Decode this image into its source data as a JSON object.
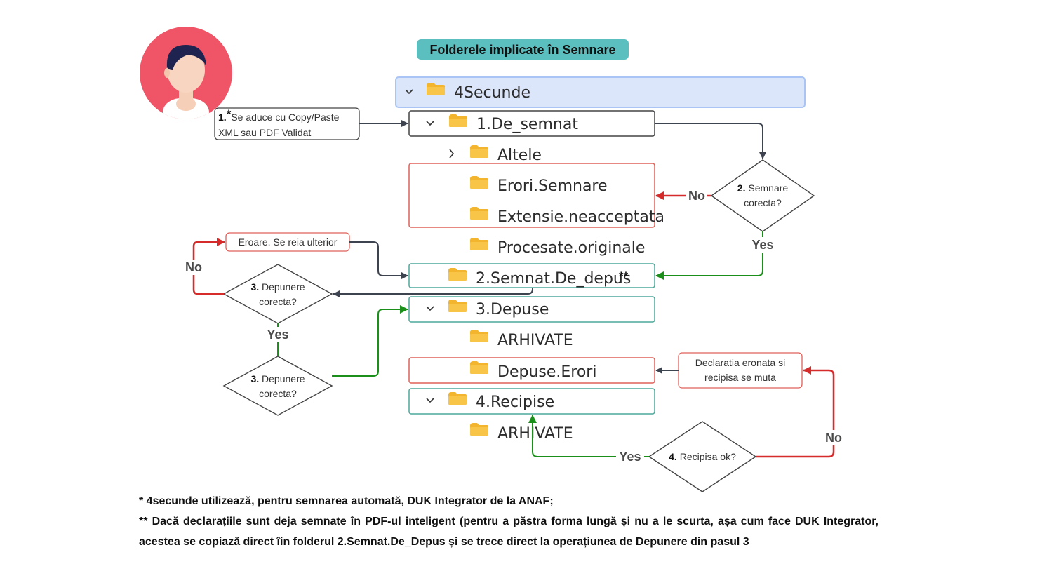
{
  "title": "Folderele implicate în Semnare",
  "folders": {
    "root": "4Secunde",
    "de_semnat": "1.De_semnat",
    "altele": "Altele",
    "erori_semnare": "Erori.Semnare",
    "extensie": "Extensie.neacceptata",
    "procesate": "Procesate.originale",
    "semnat_de_depus": "2.Semnat.De_depus",
    "semnat_mark": "**",
    "depuse": "3.Depuse",
    "arhivate_depuse": "ARHIVATE",
    "depuse_erori": "Depuse.Erori",
    "recipise": "4.Recipise",
    "arhivate_recipise": "ARHIVATE"
  },
  "notes": {
    "copy_num": "1.",
    "copy_star": "*",
    "copy_line1": "Se aduce cu Copy/Paste",
    "copy_line2": "XML sau PDF Validat",
    "eroare": "Eroare. Se reia ulterior",
    "declaratia_line1": "Declaratia eronata si",
    "declaratia_line2": "recipisa se muta"
  },
  "decisions": {
    "semnare_num": "2.",
    "semnare_line1": "Semnare",
    "semnare_line2": "corecta?",
    "depunere_num": "3.",
    "depunere_line1": "Depunere",
    "depunere_line2": "corecta?",
    "recipisa_num": "4.",
    "recipisa_text": "Recipisa ok?"
  },
  "labels": {
    "yes": "Yes",
    "no": "No"
  },
  "footnotes": {
    "f1": "* 4secunde utilizează, pentru semnarea automată, DUK Integrator de la ANAF;",
    "f2": "** Dacă declarațiile sunt deja semnate în PDF-ul inteligent (pentru a păstra forma lungă și nu a le scurta, așa cum face DUK Integrator, acestea se copiază direct îin folderul 2.Semnat.De_Depus și se trece direct la operațiunea de Depunere din pasul 3"
  },
  "colors": {
    "title_bg": "#5bbfbf",
    "root_bg": "#dbe6fb",
    "root_border": "#a9c4f5",
    "folder_icon": "#f3b52e",
    "red": "#d62b2b",
    "green": "#1a8f1a",
    "dark": "#3d4450",
    "teal_border": "#4da89c",
    "red_border": "#e0605a",
    "avatar_bg": "#ef5467"
  }
}
